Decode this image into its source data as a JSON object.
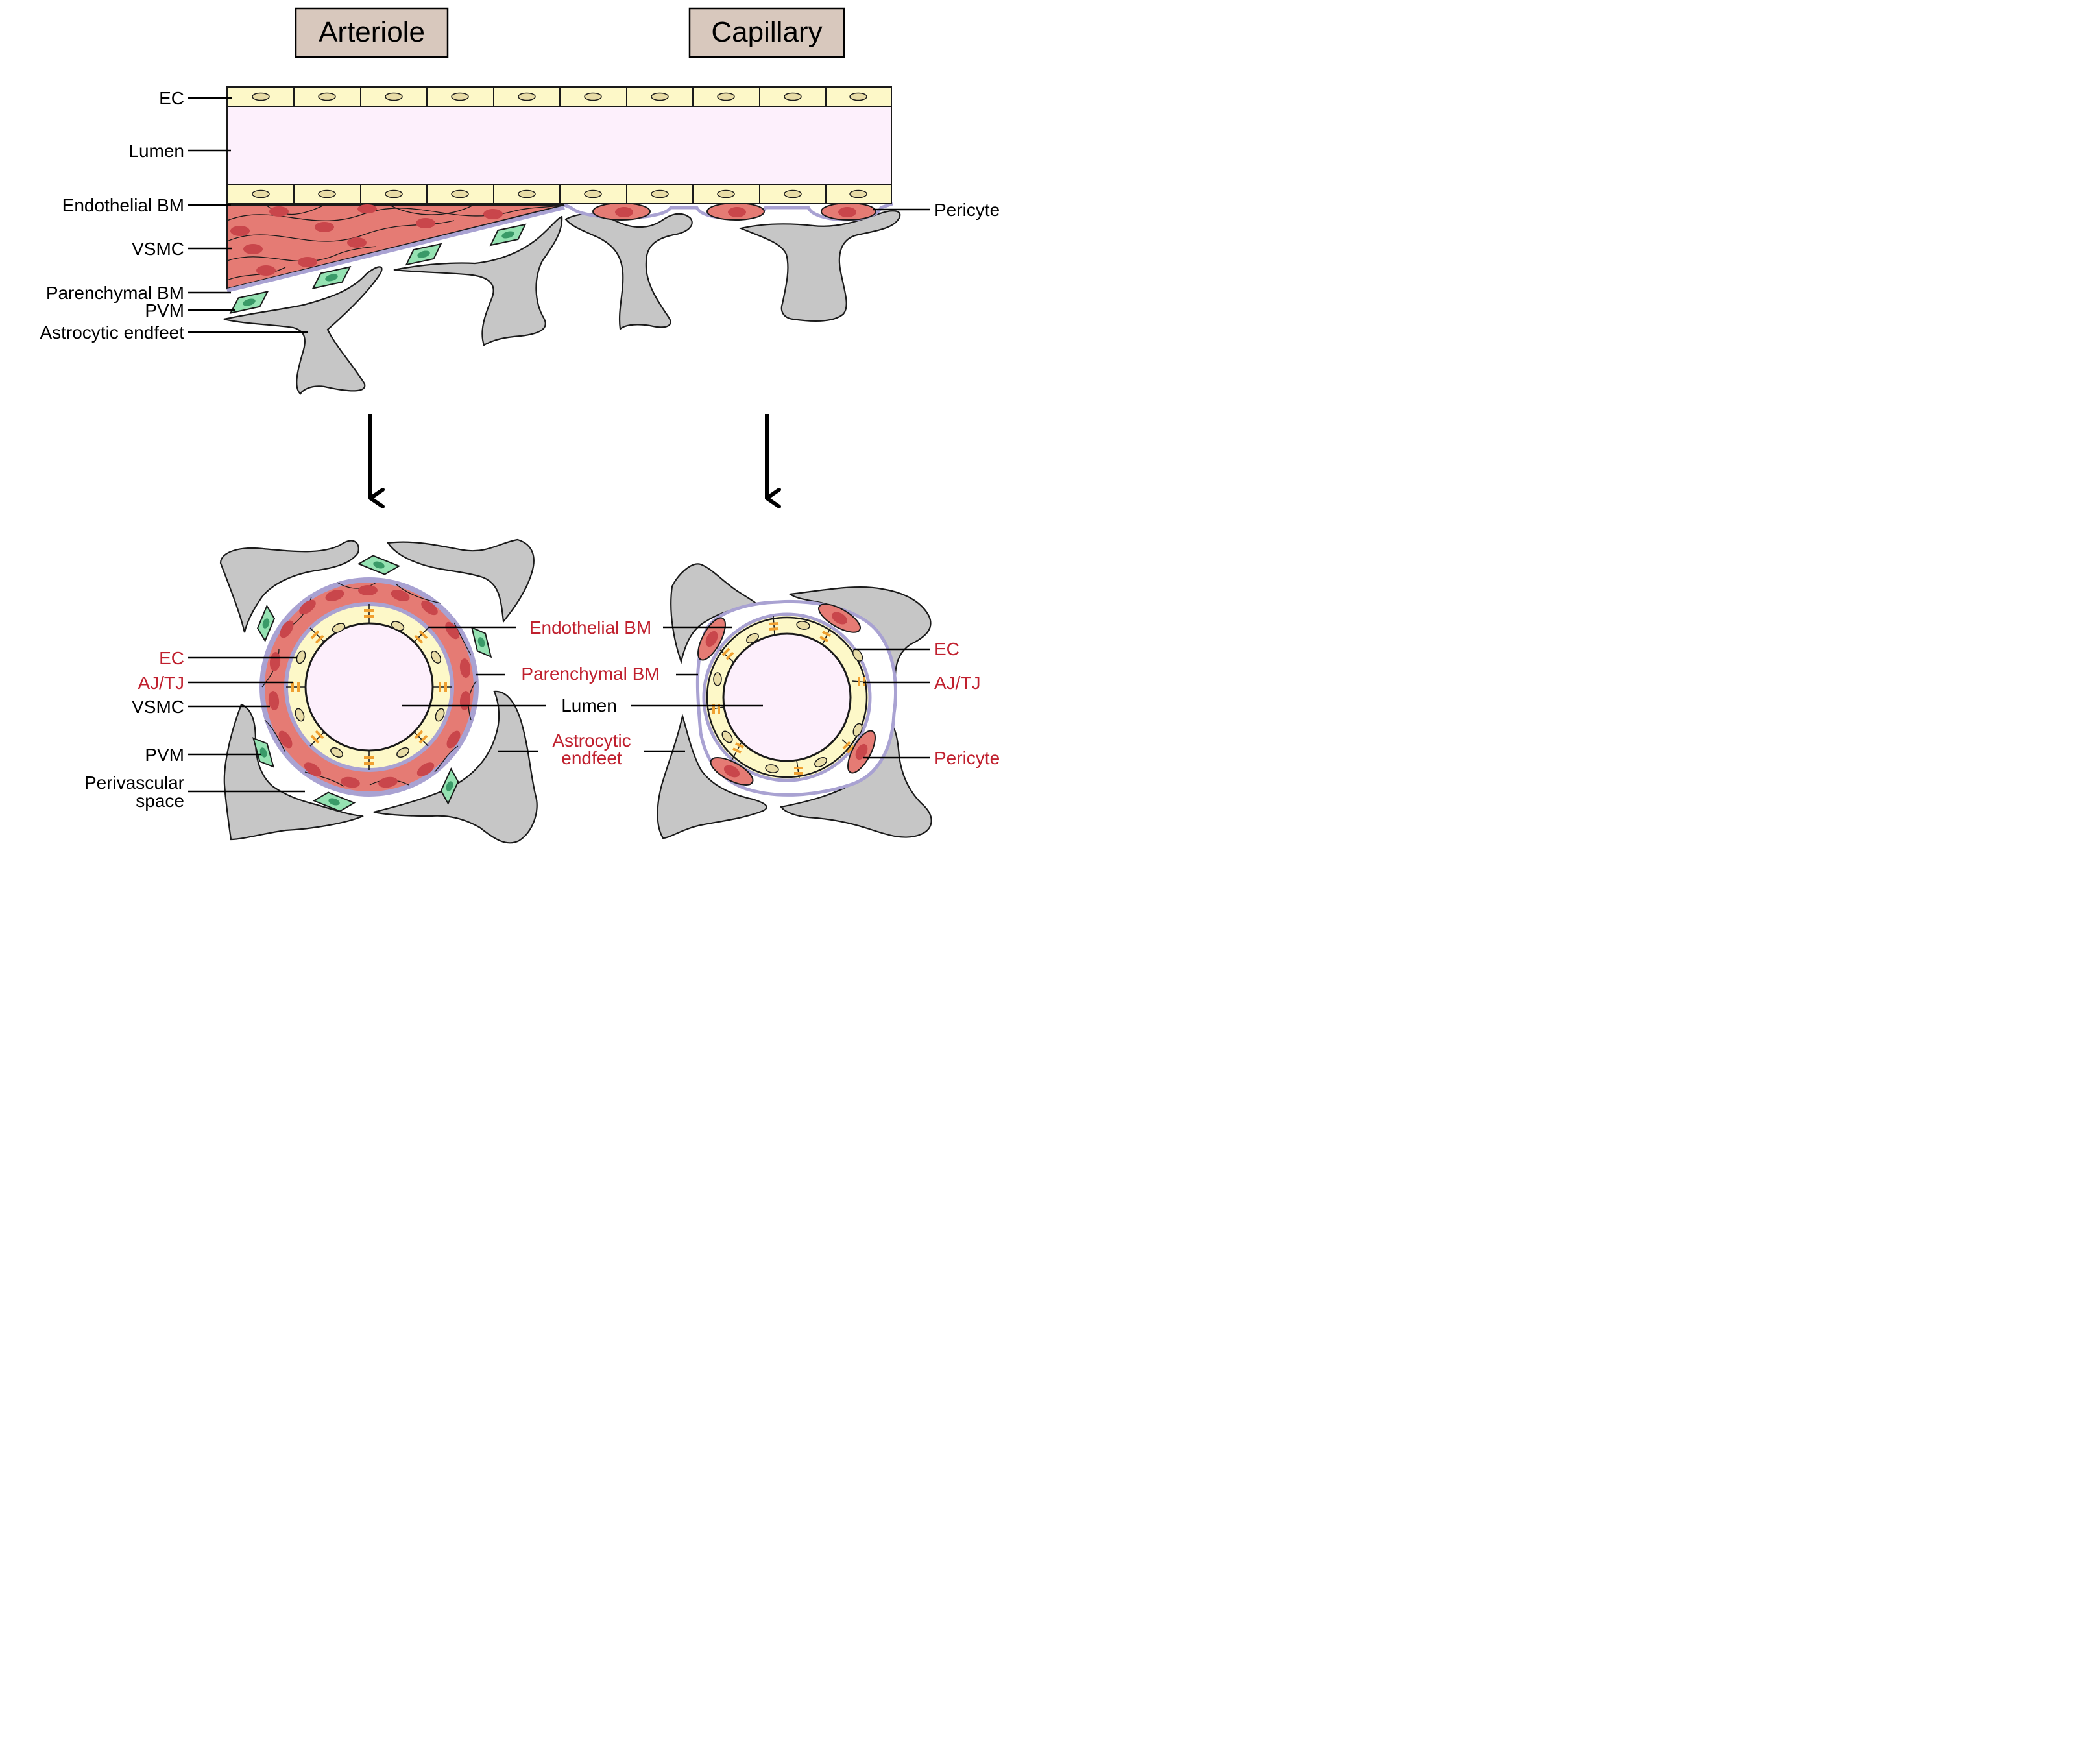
{
  "titles": {
    "arteriole": "Arteriole",
    "capillary": "Capillary"
  },
  "longitudinal_labels": {
    "ec": "EC",
    "lumen": "Lumen",
    "endothelial_bm": "Endothelial BM",
    "vsmc": "VSMC",
    "parenchymal_bm": "Parenchymal BM",
    "pvm": "PVM",
    "astrocytic_endfeet": "Astrocytic endfeet",
    "pericyte": "Pericyte"
  },
  "arteriole_cross_labels": {
    "ec": "EC",
    "aj_tj": "AJ/TJ",
    "vsmc": "VSMC",
    "pvm": "PVM",
    "perivascular_space_1": "Perivascular",
    "perivascular_space_2": "space"
  },
  "center_labels": {
    "endothelial_bm": "Endothelial BM",
    "parenchymal_bm": "Parenchymal BM",
    "lumen": "Lumen",
    "astrocytic_endfeet_1": "Astrocytic",
    "astrocytic_endfeet_2": "endfeet"
  },
  "capillary_cross_labels": {
    "ec": "EC",
    "aj_tj": "AJ/TJ",
    "pericyte": "Pericyte"
  },
  "colors": {
    "endothelium": "#fdf8c8",
    "nucleus": "#e8dca6",
    "lumen": "#fdf0fc",
    "vsmc": "#e57b74",
    "vsmc_nucleus": "#c9464b",
    "basement_membrane": "#a9a2d2",
    "pvm": "#95e2b2",
    "pvm_nucleus": "#3a9a68",
    "astrocyte": "#c6c6c6",
    "junction": "#f0a030",
    "title_box": "#d8c8bd",
    "red_label": "#c0202e"
  }
}
